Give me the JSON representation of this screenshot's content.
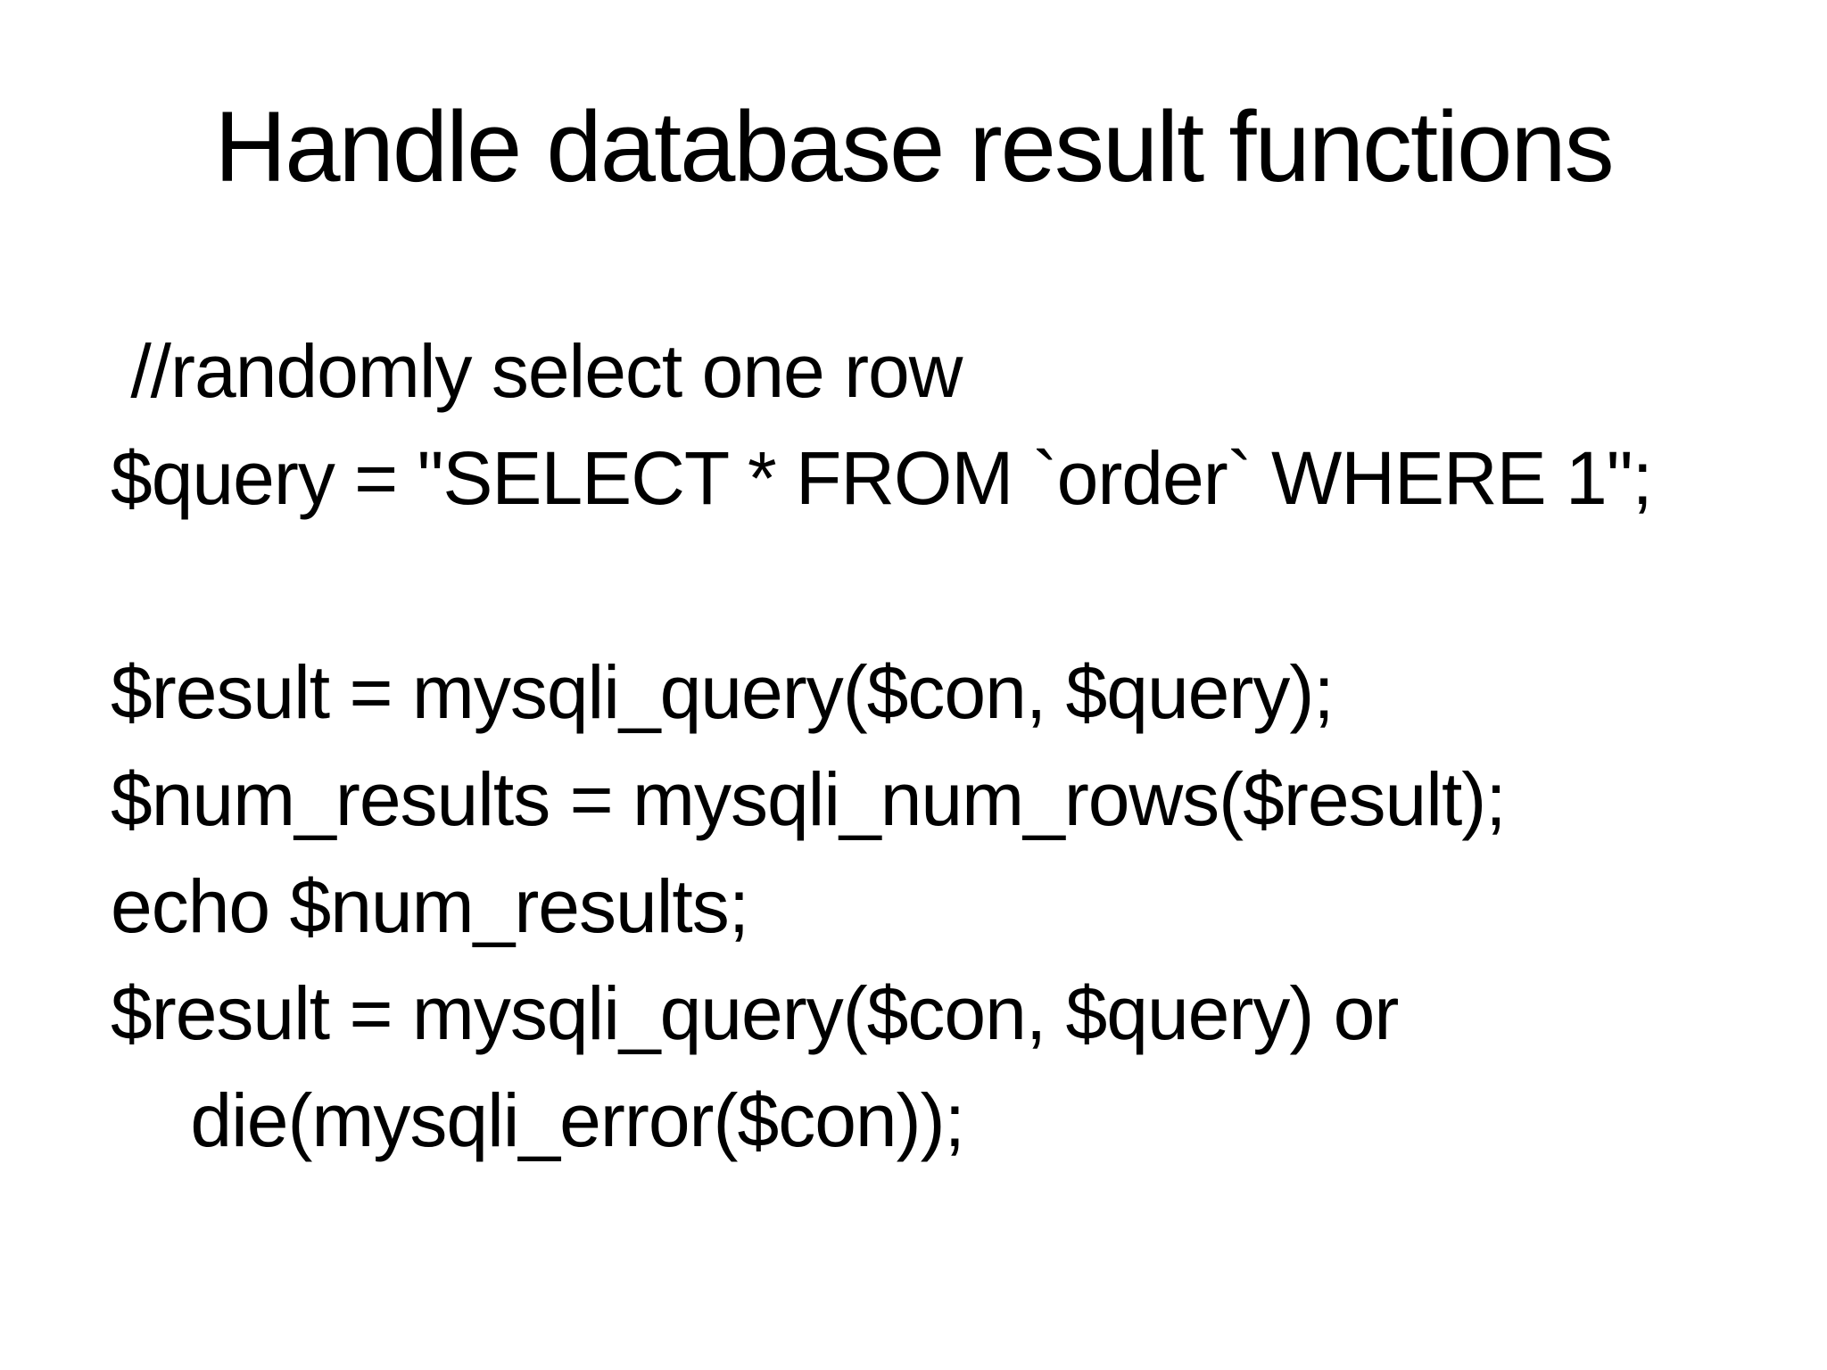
{
  "slide": {
    "background_color": "#ffffff",
    "text_color": "#000000",
    "title": "Handle database result functions",
    "code_lines": [
      " //randomly select one row",
      "$query = \"SELECT * FROM `order` WHERE 1\";",
      "",
      "$result = mysqli_query($con, $query);",
      "$num_results = mysqli_num_rows($result);",
      "echo $num_results;",
      "$result = mysqli_query($con, $query) or",
      "    die(mysqli_error($con));"
    ]
  }
}
